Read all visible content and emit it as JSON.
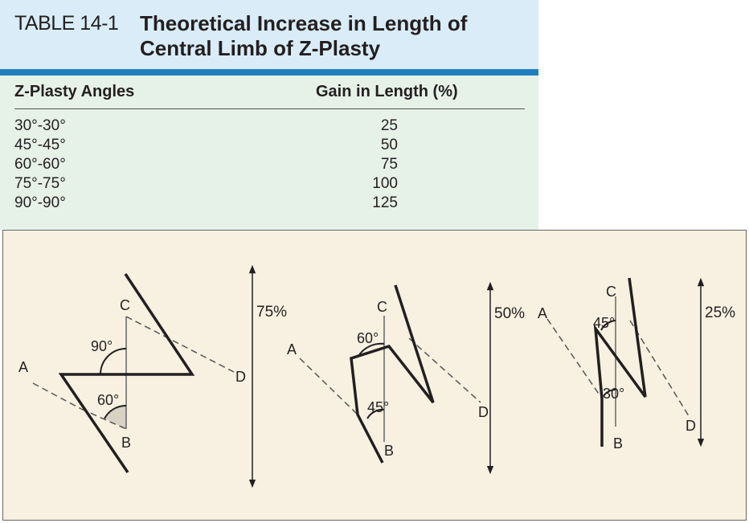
{
  "table": {
    "number": "TABLE 14-1",
    "title_line1": "Theoretical Increase in Length of",
    "title_line2": "Central Limb of Z-Plasty",
    "col_angles": "Z-Plasty Angles",
    "col_gain": "Gain in Length (%)",
    "rows": [
      {
        "angles": "30°-30°",
        "gain": "25"
      },
      {
        "angles": "45°-45°",
        "gain": "50"
      },
      {
        "angles": "60°-60°",
        "gain": "75"
      },
      {
        "angles": "75°-75°",
        "gain": "100"
      },
      {
        "angles": "90°-90°",
        "gain": "125"
      }
    ]
  },
  "figure": {
    "diagrams": [
      {
        "points": {
          "a": "A",
          "b": "B",
          "c": "C",
          "d": "D"
        },
        "angle_top": "90°",
        "angle_bottom": "60°",
        "gain": "75%"
      },
      {
        "points": {
          "a": "A",
          "b": "B",
          "c": "C",
          "d": "D"
        },
        "angle_top": "60°",
        "angle_bottom": "45°",
        "gain": "50%"
      },
      {
        "points": {
          "a": "A",
          "b": "B",
          "c": "C",
          "d": "D"
        },
        "angle_top": "45°",
        "angle_bottom": "30°",
        "gain": "25%"
      }
    ]
  }
}
